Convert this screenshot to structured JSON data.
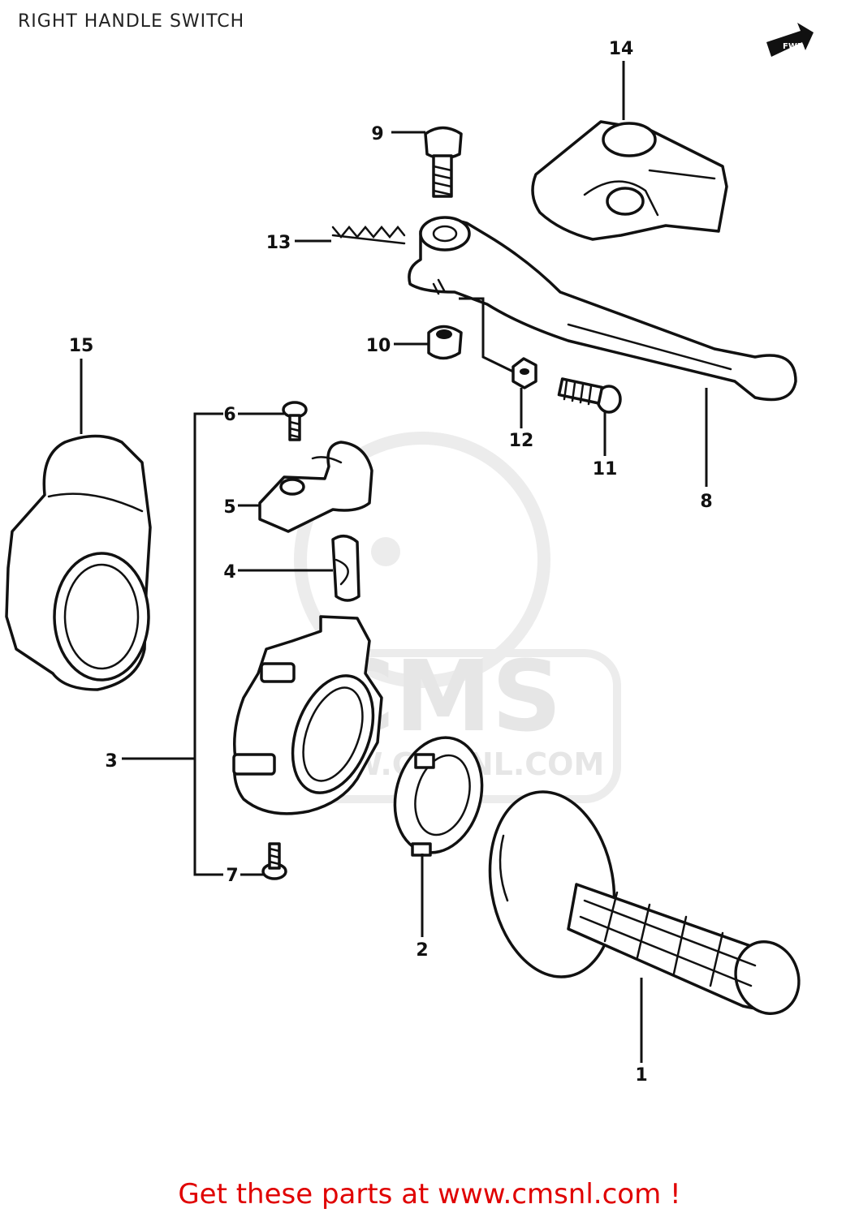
{
  "title": "RIGHT HANDLE SWITCH",
  "footer": "Get these parts at www.cmsnl.com !",
  "watermark": {
    "brand": "CMS",
    "url": "WWW.CMSNL.COM"
  },
  "front_arrow_label": "FWD",
  "callouts": [
    "1",
    "2",
    "3",
    "4",
    "5",
    "6",
    "7",
    "8",
    "9",
    "10",
    "11",
    "12",
    "13",
    "14",
    "15"
  ],
  "colors": {
    "footer": "#e00000",
    "ink": "#111111",
    "watermark": "#e6e6e6"
  }
}
